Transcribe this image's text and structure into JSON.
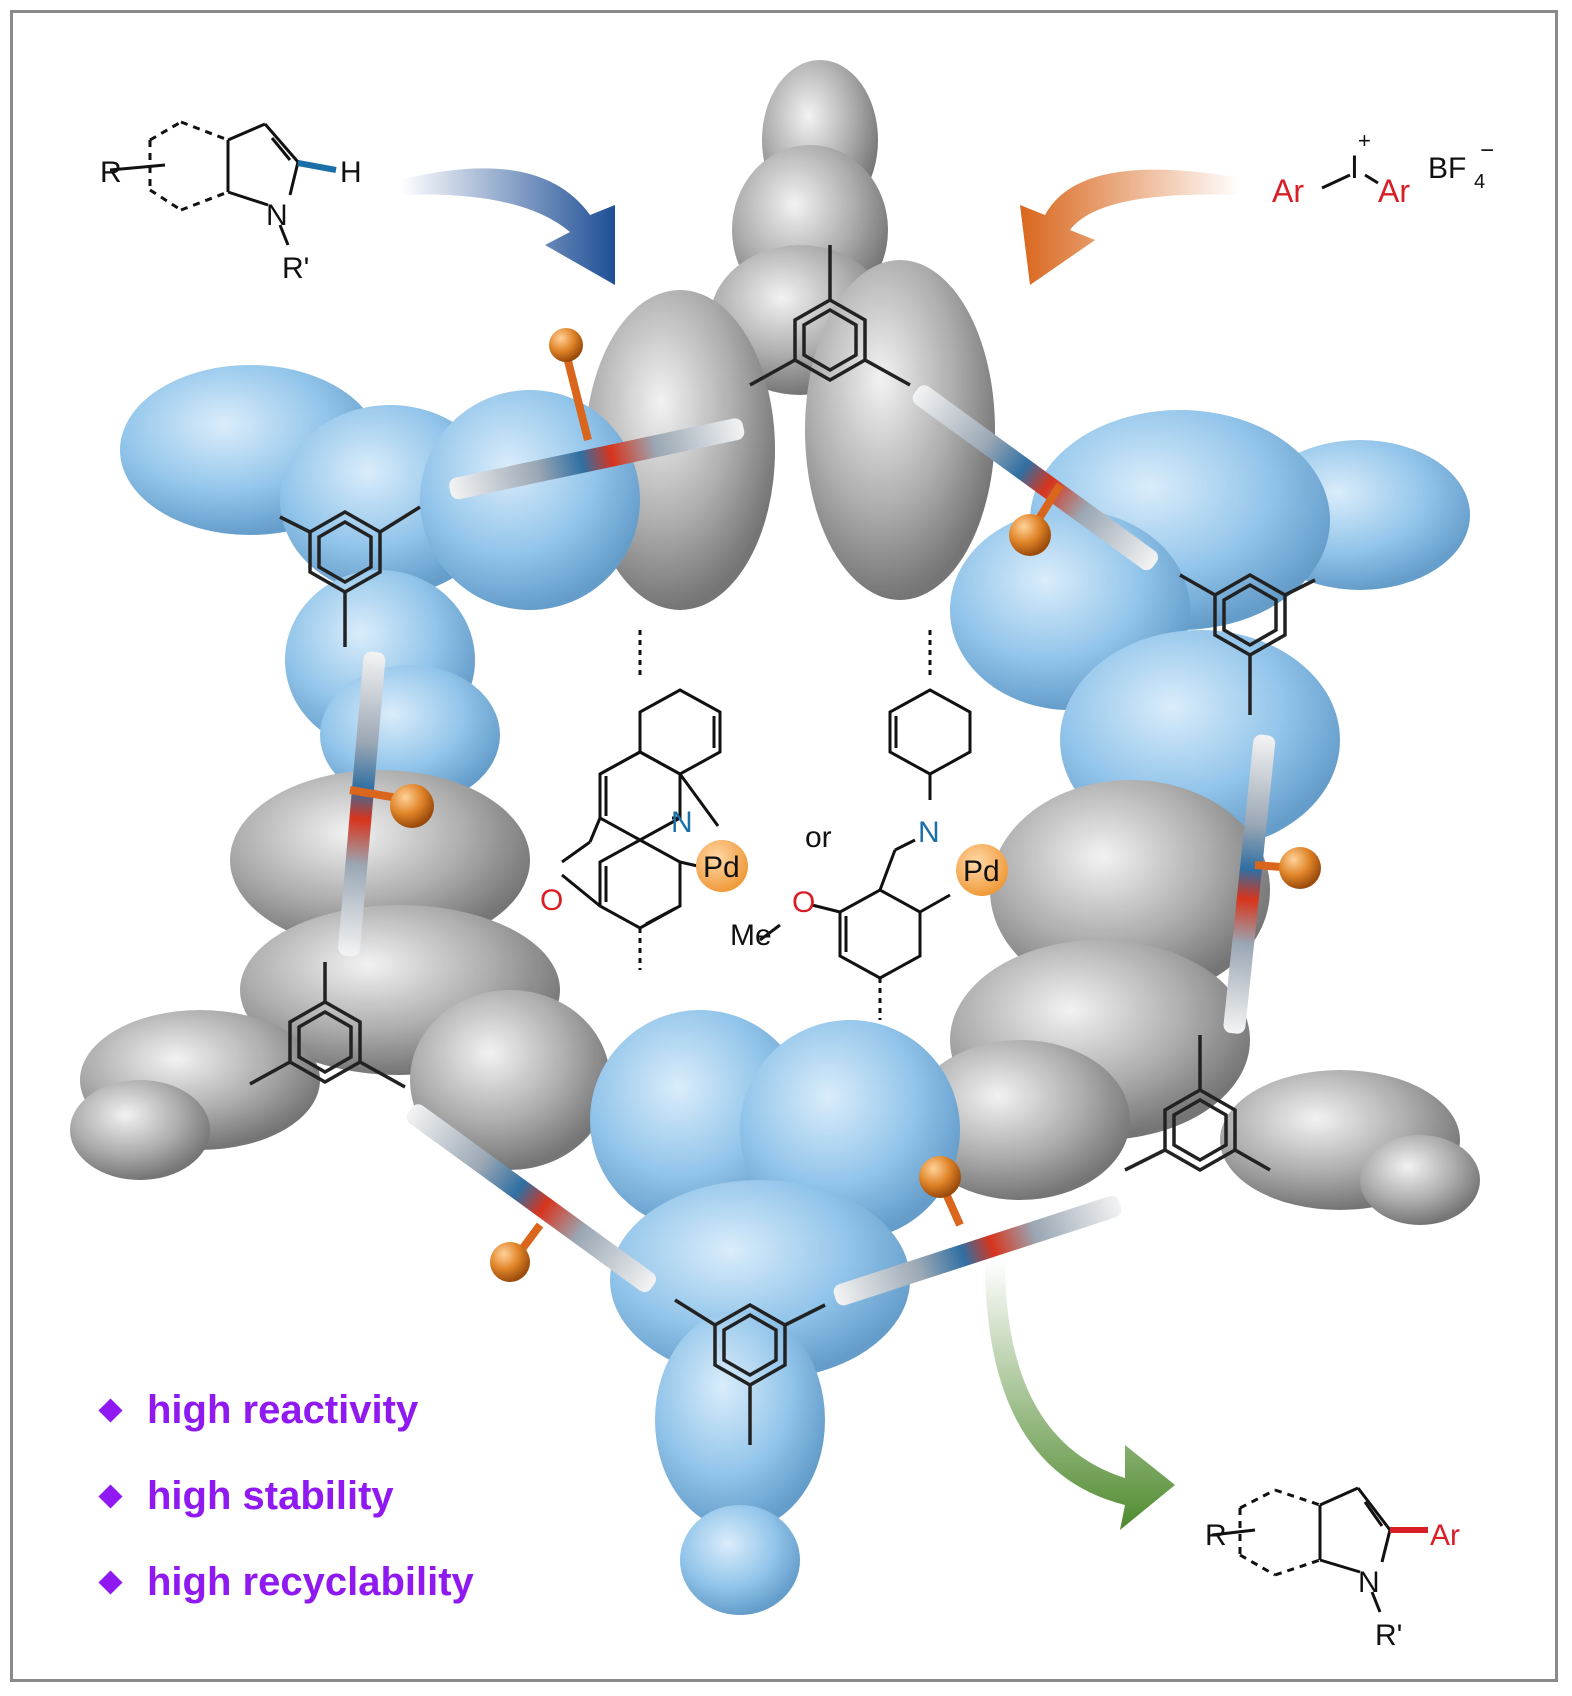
{
  "reactant": {
    "r_label": "R",
    "h_label": "H",
    "n_label": "N",
    "r_prime_label": "R'"
  },
  "reagent": {
    "ar_left": "Ar",
    "iodine": "I",
    "plus": "+",
    "ar_right": "Ar",
    "counterion": "BF",
    "counterion_sub": "4",
    "counterion_charge": "−"
  },
  "product": {
    "r_label": "R",
    "ar_label": "Ar",
    "n_label": "N",
    "r_prime_label": "R'"
  },
  "catalysts": {
    "left": {
      "n_label": "N",
      "pd_label": "Pd",
      "o_label": "O"
    },
    "separator": "or",
    "right": {
      "n_label": "N",
      "pd_label": "Pd",
      "o_label": "O",
      "me_label": "Me"
    }
  },
  "features": [
    "high reactivity",
    "high stability",
    "high recyclability"
  ],
  "colors": {
    "blue_arrow": "#1f4f96",
    "orange_arrow": "#d9661c",
    "green_arrow": "#4f8a2e",
    "highlight_red": "#d91f26",
    "n_blue": "#1a6fa8",
    "feature_purple": "#8f19f0",
    "pd_orange": "#f4a24a",
    "cof_blue": "#8ec3ea",
    "cof_grey": "#a5a5a5"
  }
}
